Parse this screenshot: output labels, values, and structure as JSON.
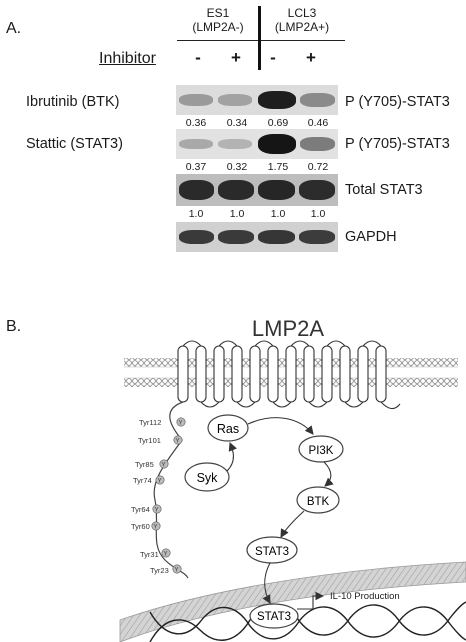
{
  "panelA": {
    "label": "A.",
    "group1": {
      "name": "ES1",
      "sub": "(LMP2A-)"
    },
    "group2": {
      "name": "LCL3",
      "sub": "(LMP2A+)"
    },
    "inhibitor_label": "Inhibitor",
    "signs": [
      "-",
      "+",
      "-",
      "+"
    ],
    "rows": [
      {
        "left": "Ibrutinib (BTK)",
        "right": "P (Y705)-STAT3",
        "quant": [
          "0.36",
          "0.34",
          "0.69",
          "0.46"
        ]
      },
      {
        "left": "Stattic (STAT3)",
        "right": "P (Y705)-STAT3",
        "quant": [
          "0.37",
          "0.32",
          "1.75",
          "0.72"
        ]
      },
      {
        "left": "",
        "right": "Total STAT3",
        "quant": [
          "1.0",
          "1.0",
          "1.0",
          "1.0"
        ]
      },
      {
        "left": "",
        "right": "GAPDH",
        "quant": []
      }
    ]
  },
  "panelB": {
    "label": "B.",
    "title": "LMP2A",
    "tyrosines": [
      "Tyr112",
      "Tyr101",
      "Tyr85",
      "Tyr74",
      "Tyr64",
      "Tyr60",
      "Tyr31",
      "Tyr23"
    ],
    "residue": "Y",
    "nodes": {
      "syk": "Syk",
      "ras": "Ras",
      "pi3k": "PI3K",
      "btk": "BTK",
      "stat3_cyto": "STAT3",
      "stat3_nuc": "STAT3"
    },
    "production": "IL-10 Production"
  }
}
